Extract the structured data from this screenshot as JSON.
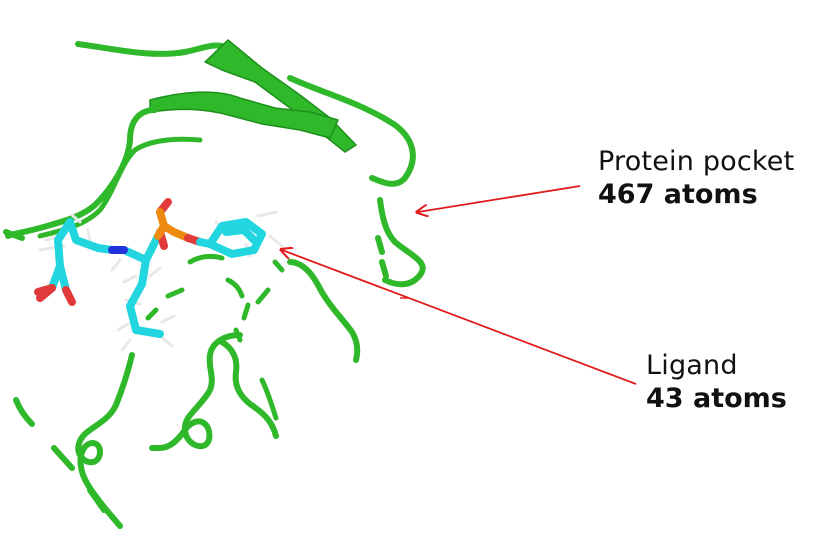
{
  "annotations": {
    "protein": {
      "name": "Protein pocket",
      "count": "467 atoms"
    },
    "ligand": {
      "name": "Ligand",
      "count": "43 atoms"
    }
  },
  "colors": {
    "protein_ribbon": "#2fb82a",
    "protein_ribbon_dark": "#1f8f1c",
    "ligand_carbon": "#22d6e0",
    "ligand_oxygen": "#e03a3a",
    "ligand_nitrogen": "#2233dd",
    "ligand_phosphorus": "#ee8a10",
    "ligand_hydrogen": "#e8e8e8",
    "arrow": "#e01b1b",
    "text": "#111111"
  },
  "icons": {
    "protein_structure": "protein-ribbon-cartoon",
    "ligand_structure": "ligand-stick-model"
  }
}
